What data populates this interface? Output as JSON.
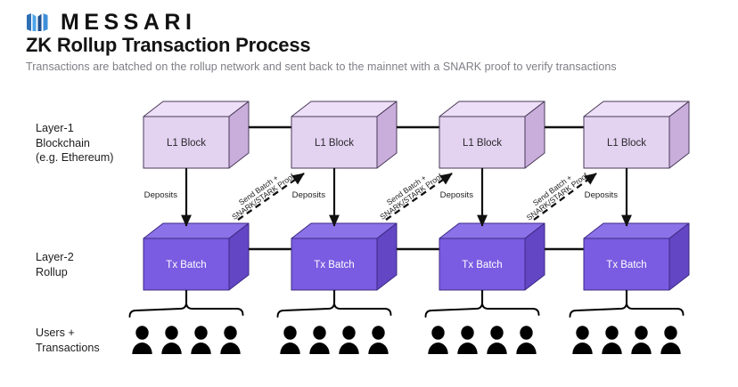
{
  "brand": {
    "wordmark": "MESSARI",
    "logo_icon": "messari-bars-logo",
    "logo_colors": [
      "#2f6fb5",
      "#3f8fd8",
      "#1f4f8f",
      "#4ea3e8"
    ]
  },
  "header": {
    "title": "ZK Rollup Transaction Process",
    "subtitle": "Transactions are batched on the rollup network and sent back to the mainnet with a SNARK proof to verify transactions"
  },
  "rows": {
    "layer1_label": "Layer-1\nBlockchain\n(e.g. Ethereum)",
    "layer2_label": "Layer-2\nRollup",
    "users_label": "Users +\nTransactions"
  },
  "colors": {
    "l1_front": "#e3d2f0",
    "l1_top": "#eddff7",
    "l1_side": "#c9aedc",
    "l1_stroke": "#4a3a58",
    "l2_front": "#7a5ce2",
    "l2_top": "#8b72e8",
    "l2_side": "#6246c4",
    "l2_stroke": "#3d2a82",
    "connector": "#111111",
    "person": "#000000",
    "subtitle": "#7e7e86",
    "title": "#141414"
  },
  "diagram": {
    "columns": [
      {
        "l1_label": "L1 Block",
        "l2_label": "Tx Batch",
        "deposits_label": "Deposits",
        "proof_label_line1": "Send Batch +",
        "proof_label_line2": "SNARK/STARK Proof",
        "people_count": 4,
        "has_proof_arrow": true
      },
      {
        "l1_label": "L1 Block",
        "l2_label": "Tx Batch",
        "deposits_label": "Deposits",
        "proof_label_line1": "Send Batch +",
        "proof_label_line2": "SNARK/STARK Proof",
        "people_count": 4,
        "has_proof_arrow": true
      },
      {
        "l1_label": "L1 Block",
        "l2_label": "Tx Batch",
        "deposits_label": "Deposits",
        "proof_label_line1": "Send Batch +",
        "proof_label_line2": "SNARK/STARK Proof",
        "people_count": 4,
        "has_proof_arrow": true
      },
      {
        "l1_label": "L1 Block",
        "l2_label": "Tx Batch",
        "deposits_label": "Deposits",
        "people_count": 4,
        "has_proof_arrow": false
      }
    ]
  }
}
